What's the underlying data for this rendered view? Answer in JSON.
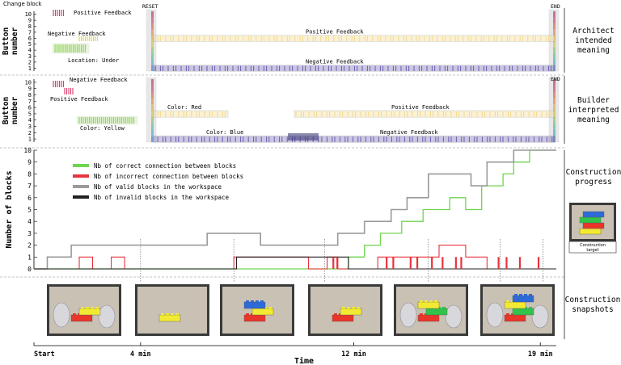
{
  "top_labels": {
    "change_block": "Change block",
    "reset": "RESET",
    "end": "END"
  },
  "panel_architect": {
    "ylabel": "Button\nnumber",
    "side_label": "Architect\nintended\nmeaning",
    "ticks": [
      "1",
      "2",
      "3",
      "4",
      "5",
      "6",
      "7",
      "8",
      "9",
      "10"
    ],
    "left_labels": [
      "Positive Feedback",
      "Negative Feedback",
      "Location: Under"
    ],
    "bands": [
      {
        "label": "Positive Feedback",
        "color": "#f3d98c"
      },
      {
        "label": "Negative Feedback",
        "color": "#6a5fae"
      }
    ]
  },
  "panel_builder": {
    "ylabel": "Button\nnumber",
    "side_label": "Builder\ninterpreted\nmeaning",
    "end": "END",
    "ticks": [
      "1",
      "2",
      "3",
      "4",
      "5",
      "6",
      "7",
      "8",
      "9",
      "10"
    ],
    "left_labels": [
      "Negative Feedback",
      "Positive Feedback",
      "Color: Yellow"
    ],
    "bands": [
      {
        "label": "Color: Red",
        "color": "#f3d98c"
      },
      {
        "label": "Positive Feedback",
        "color": "#f3d98c"
      },
      {
        "label": "Color: Blue",
        "color": "#6a5fae"
      },
      {
        "label": "Negative Feedback",
        "color": "#6a5fae"
      }
    ]
  },
  "chart_data": {
    "type": "line",
    "ylabel": "Number of blocks",
    "xlabel": "Time",
    "xticks": [
      "Start",
      "4 min",
      "12 min",
      "19 min"
    ],
    "yticks": [
      "0",
      "1",
      "2",
      "3",
      "4",
      "5",
      "6",
      "7",
      "8",
      "9",
      "10"
    ],
    "ylim": [
      0,
      10
    ],
    "x_unit_minutes": true,
    "series": [
      {
        "name": "Nb of correct connection between blocks",
        "color": "#6fd44e",
        "points": [
          [
            0,
            0
          ],
          [
            11.8,
            0
          ],
          [
            11.8,
            1
          ],
          [
            12.4,
            1
          ],
          [
            12.4,
            2
          ],
          [
            13,
            2
          ],
          [
            13,
            3
          ],
          [
            13.8,
            3
          ],
          [
            13.8,
            4
          ],
          [
            14.6,
            4
          ],
          [
            14.6,
            5
          ],
          [
            15.6,
            5
          ],
          [
            15.6,
            6
          ],
          [
            16.2,
            6
          ],
          [
            16.2,
            5
          ],
          [
            16.8,
            5
          ],
          [
            16.8,
            7
          ],
          [
            17.6,
            7
          ],
          [
            17.6,
            8
          ],
          [
            18,
            8
          ],
          [
            18,
            9
          ],
          [
            18.6,
            9
          ],
          [
            18.6,
            10
          ],
          [
            19.6,
            10
          ]
        ]
      },
      {
        "name": "Nb of incorrect connection between blocks",
        "color": "#e8333c",
        "points": [
          [
            0,
            0
          ],
          [
            1.7,
            0
          ],
          [
            1.7,
            1
          ],
          [
            2.2,
            1
          ],
          [
            2.2,
            0
          ],
          [
            2.9,
            0
          ],
          [
            2.9,
            1
          ],
          [
            3.4,
            1
          ],
          [
            3.4,
            0
          ],
          [
            7.5,
            0
          ],
          [
            7.5,
            1
          ],
          [
            10.3,
            1
          ],
          [
            10.3,
            0
          ],
          [
            11,
            0
          ],
          [
            11,
            1
          ],
          [
            11.4,
            1
          ],
          [
            11.4,
            0
          ],
          [
            12.9,
            0
          ],
          [
            12.9,
            1
          ],
          [
            15.2,
            1
          ],
          [
            15.2,
            2
          ],
          [
            16.2,
            2
          ],
          [
            16.2,
            1
          ],
          [
            17,
            1
          ],
          [
            17,
            0
          ],
          [
            19.6,
            0
          ]
        ]
      },
      {
        "name": "Nb of valid blocks in the workspace",
        "color": "#9a9a9a",
        "points": [
          [
            0,
            0
          ],
          [
            0.5,
            0
          ],
          [
            0.5,
            1
          ],
          [
            1.4,
            1
          ],
          [
            1.4,
            2
          ],
          [
            6.5,
            2
          ],
          [
            6.5,
            3
          ],
          [
            8.5,
            3
          ],
          [
            8.5,
            2
          ],
          [
            11.4,
            2
          ],
          [
            11.4,
            3
          ],
          [
            12.4,
            3
          ],
          [
            12.4,
            4
          ],
          [
            13.4,
            4
          ],
          [
            13.4,
            5
          ],
          [
            14,
            5
          ],
          [
            14,
            6
          ],
          [
            14.8,
            6
          ],
          [
            14.8,
            8
          ],
          [
            16.4,
            8
          ],
          [
            16.4,
            7
          ],
          [
            17,
            7
          ],
          [
            17,
            9
          ],
          [
            18,
            9
          ],
          [
            18,
            10
          ],
          [
            19.6,
            10
          ]
        ]
      },
      {
        "name": "Nb of invalid blocks in the workspace",
        "color": "#222222",
        "points": [
          [
            0,
            0
          ],
          [
            7.6,
            0
          ],
          [
            7.6,
            1
          ],
          [
            11.8,
            1
          ],
          [
            11.8,
            0
          ],
          [
            19.6,
            0
          ]
        ]
      }
    ],
    "legend_position": "upper-left"
  },
  "side_labels": {
    "construction_progress": "Construction\nprogress",
    "construction_target": "Construction\ntarget",
    "construction_snapshots": "Construction\nsnapshots"
  },
  "snapshots": [
    {
      "blocks": [
        {
          "color": "#e9352a"
        },
        {
          "color": "#f2ea32"
        }
      ],
      "hands": true
    },
    {
      "blocks": [
        {
          "color": "#f2ea32"
        }
      ],
      "hands": false
    },
    {
      "blocks": [
        {
          "color": "#e9352a"
        },
        {
          "color": "#f2ea32"
        },
        {
          "color": "#2e6ad7"
        }
      ],
      "hands": false
    },
    {
      "blocks": [
        {
          "color": "#e9352a"
        },
        {
          "color": "#f2ea32"
        }
      ],
      "hands": false
    },
    {
      "blocks": [
        {
          "color": "#e9352a"
        },
        {
          "color": "#33c24a"
        },
        {
          "color": "#f2ea32"
        }
      ],
      "hands": true
    },
    {
      "blocks": [
        {
          "color": "#e9352a"
        },
        {
          "color": "#33c24a"
        },
        {
          "color": "#f2ea32"
        },
        {
          "color": "#2e6ad7"
        }
      ],
      "hands": true
    }
  ],
  "target_blocks": [
    "#f2ea32",
    "#e9352a",
    "#33c24a",
    "#2e6ad7"
  ]
}
